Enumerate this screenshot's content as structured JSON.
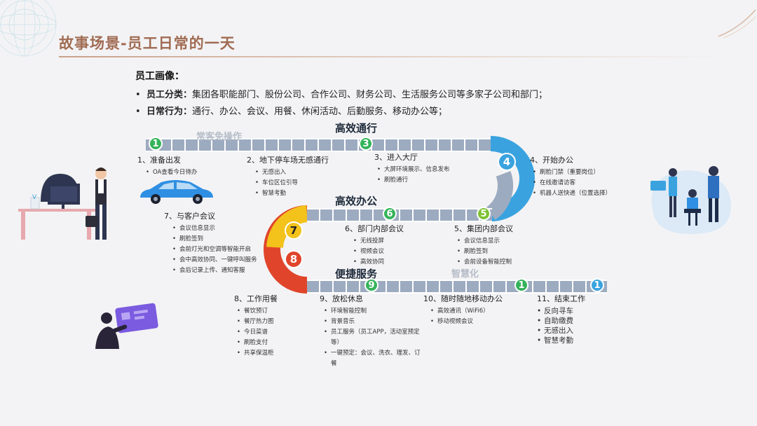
{
  "header": {
    "title": "故事场景-员工日常的一天"
  },
  "profile": {
    "heading": "员工画像：",
    "lines": [
      {
        "label": "员工分类：",
        "text": "集团各职能部门、股份公司、合作公司、财务公司、生活服务公司等多家子公司和部门；"
      },
      {
        "label": "日常行为：",
        "text": "通行、办公、会议、用餐、休闲活动、后勤服务、移动办公等；"
      }
    ]
  },
  "sections": {
    "efficient_transit": "高效通行",
    "efficient_office": "高效办公",
    "convenient_service": "便捷服务",
    "ghost_top": "常客免操作",
    "ghost_bottom": "智慧化"
  },
  "nodes": [
    "1",
    "3",
    "4",
    "5",
    "6",
    "7",
    "8",
    "9",
    "1",
    "1"
  ],
  "colors": {
    "title": "#a06b52",
    "road": "#9dabc0",
    "node_green": "#35b35a",
    "node_blue": "#3aa3df",
    "node_yellow": "#f3c21b",
    "node_red": "#e0452b",
    "node_lime": "#7cc233"
  },
  "steps": [
    {
      "title": "1、准备出发",
      "items": [
        "OA查看今日待办"
      ]
    },
    {
      "title": "2、地下停车场无感通行",
      "items": [
        "无感出入",
        "车位区位引导",
        "智慧考勤"
      ]
    },
    {
      "title": "3、进入大厅",
      "items": [
        "大屏环境展示、信息发布",
        "刷脸通行"
      ]
    },
    {
      "title": "4、开始办公",
      "items": [
        "刷脸门禁（重要岗位）",
        "在线邀请访客",
        "机器人送快递（位置选择）"
      ]
    },
    {
      "title": "5、集团内部会议",
      "items": [
        "会议信息显示",
        "刷脸签到",
        "会前设备智能控制"
      ]
    },
    {
      "title": "6、部门内部会议",
      "items": [
        "无线投屏",
        "视频会议",
        "高效协同"
      ]
    },
    {
      "title": "7、与客户会议",
      "items": [
        "会议信息显示",
        "刷脸签到",
        "会前灯光和空调等智能开启",
        "会中高效协同、一键呼叫服务",
        "会后记录上传、通知客服"
      ]
    },
    {
      "title": "8、工作用餐",
      "items": [
        "餐饮预订",
        "餐厅热力图",
        "今日菜谱",
        "刷脸支付",
        "共享保温柜"
      ]
    },
    {
      "title": "9、放松休息",
      "items": [
        "环境智能控制",
        "背景音乐",
        "员工服务（员工APP，活动室预定等）",
        "一键预定：会议、洗衣、理发、订餐"
      ]
    },
    {
      "title": "10、随时随地移动办公",
      "items": [
        "高效通讯（WiFi6）",
        "移动视频会议"
      ]
    },
    {
      "title": "11、结束工作",
      "items": [
        "反向寻车",
        "自助缴费",
        "无感出入",
        "智慧考勤"
      ]
    }
  ]
}
